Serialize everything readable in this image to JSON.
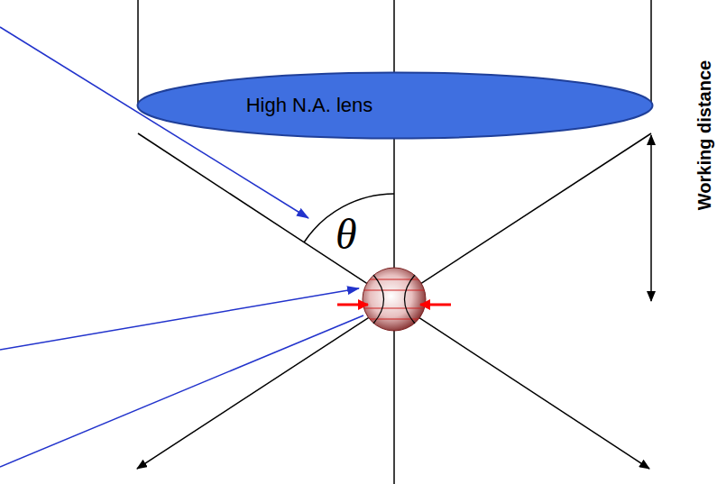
{
  "diagram": {
    "nodes": [
      {
        "text": [
          "High N.A. lens"
        ]
      }
    ],
    "labels": [
      "θ",
      "Working distance"
    ]
  }
}
